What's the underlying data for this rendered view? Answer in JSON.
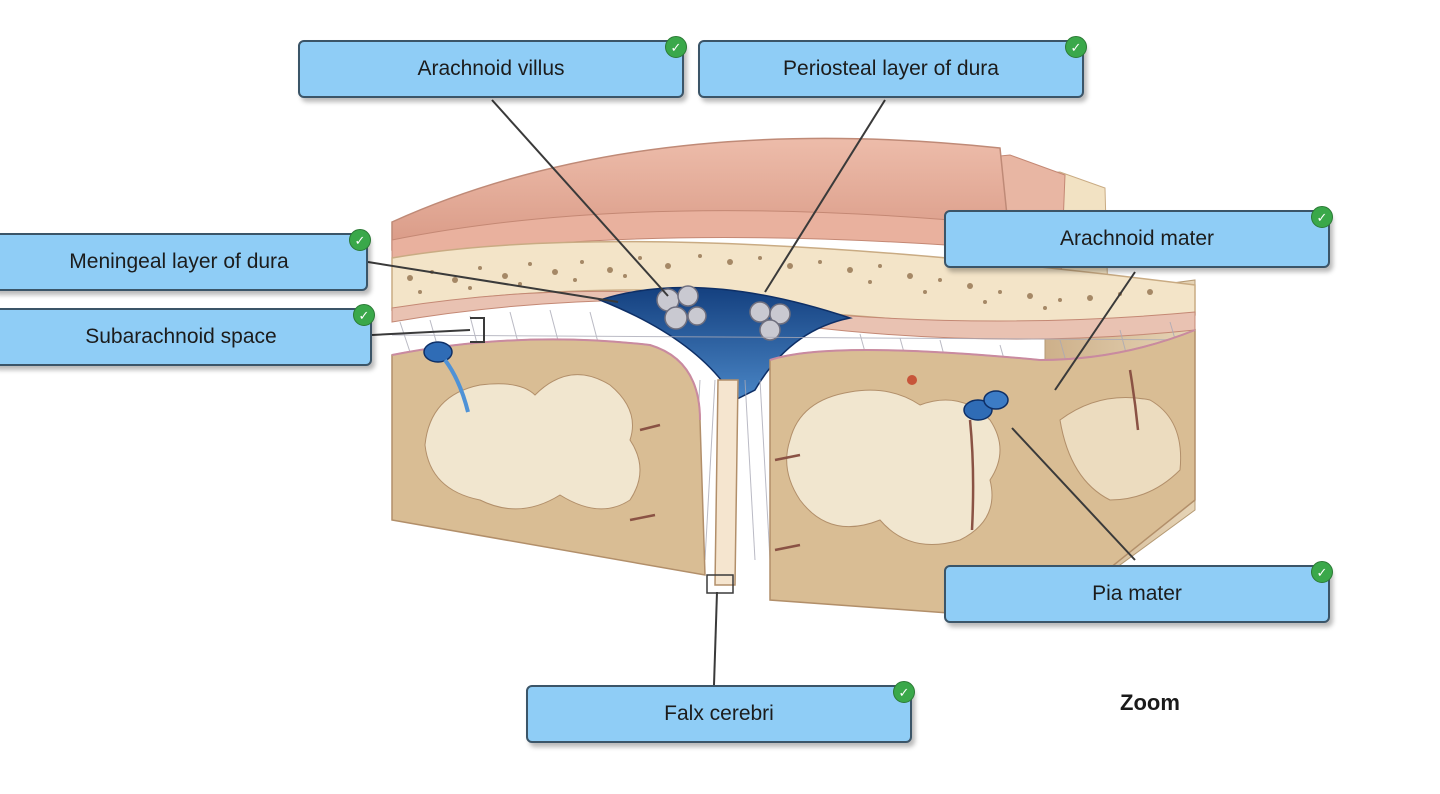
{
  "labels": {
    "arachnoid_villus": "Arachnoid villus",
    "periosteal_dura": "Periosteal layer of dura",
    "meningeal_dura": "Meningeal layer of dura",
    "subarachnoid_space": "Subarachnoid space",
    "arachnoid_mater": "Arachnoid mater",
    "pia_mater": "Pia mater",
    "falx_cerebri": "Falx cerebri"
  },
  "zoom_label": "Zoom",
  "colors": {
    "label_fill": "#8fcdf6",
    "label_border": "#3b5568",
    "check_green": "#3aa84a",
    "scalp": "#e2aa98",
    "bone": "#f3e4c8",
    "sinus_blue": "#1d4f95",
    "brain_tan": "#d9bd94",
    "white_matter": "#f1e6cf"
  }
}
